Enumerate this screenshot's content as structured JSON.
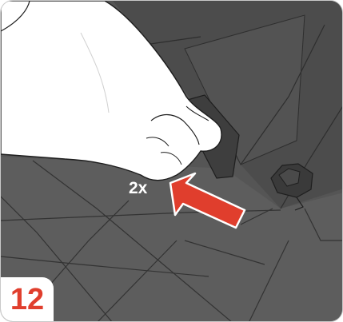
{
  "step": {
    "number": "12"
  },
  "instruction": {
    "repeat_label": "2x"
  },
  "colors": {
    "accent": "#e03e2d",
    "seat_dark": "#505050",
    "seat_mid": "#5c5c5c",
    "hand": "#ffffff",
    "panel_border": "#c9c9c9"
  },
  "icons": {
    "arrow": "push-arrow-icon",
    "hand": "hand-illustration",
    "latch": "isofix-latch-illustration"
  }
}
